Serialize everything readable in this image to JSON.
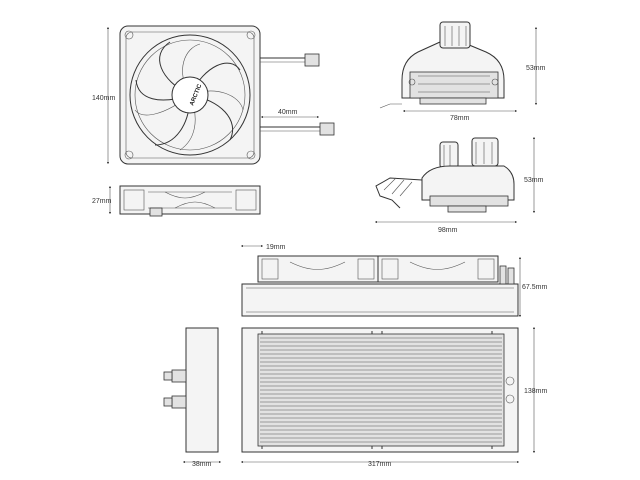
{
  "brand": "ARCTIC",
  "dimensions": {
    "fan_height": "140mm",
    "fan_cable": "40mm",
    "fan_thickness": "27mm",
    "pump_top_height": "53mm",
    "pump_top_width": "78mm",
    "pump_side_height": "53mm",
    "pump_side_width": "98mm",
    "fan_offset": "19mm",
    "radiator_thickness": "67.5mm",
    "radiator_height": "138mm",
    "tank_width": "38mm",
    "radiator_length": "317mm"
  },
  "colors": {
    "line": "#333333",
    "background": "#ffffff"
  }
}
